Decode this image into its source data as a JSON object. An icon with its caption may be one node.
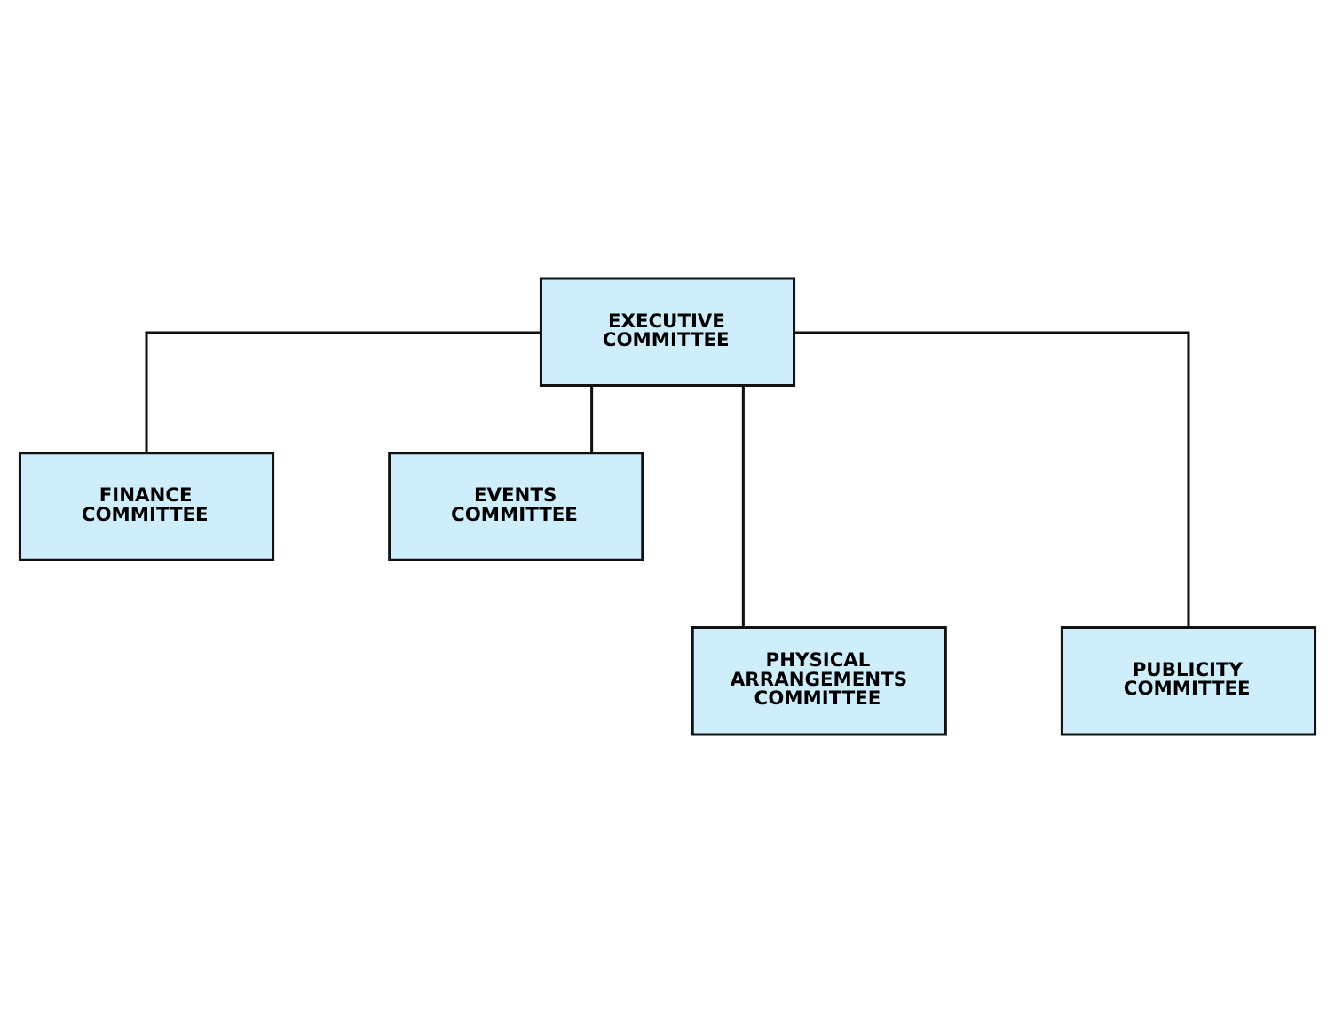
{
  "diagram": {
    "nodes": [
      {
        "text": [
          "EXECUTIVE COMMITTEE"
        ]
      },
      {
        "text": [
          "FINANCE COMMITTEE"
        ]
      },
      {
        "text": [
          "EVENTS COMMITTEE"
        ]
      },
      {
        "text": [
          "PHYSICAL ARRANGEMENTS COMMITTEE"
        ]
      },
      {
        "text": [
          "PUBLICITY COMMITTEE"
        ]
      }
    ],
    "edges": [
      {
        "from": 0,
        "to": 1,
        "arrow": "none"
      },
      {
        "from": 0,
        "to": 2,
        "arrow": "none"
      },
      {
        "from": 0,
        "to": 3,
        "arrow": "none"
      },
      {
        "from": 0,
        "to": 4,
        "arrow": "none"
      }
    ]
  }
}
